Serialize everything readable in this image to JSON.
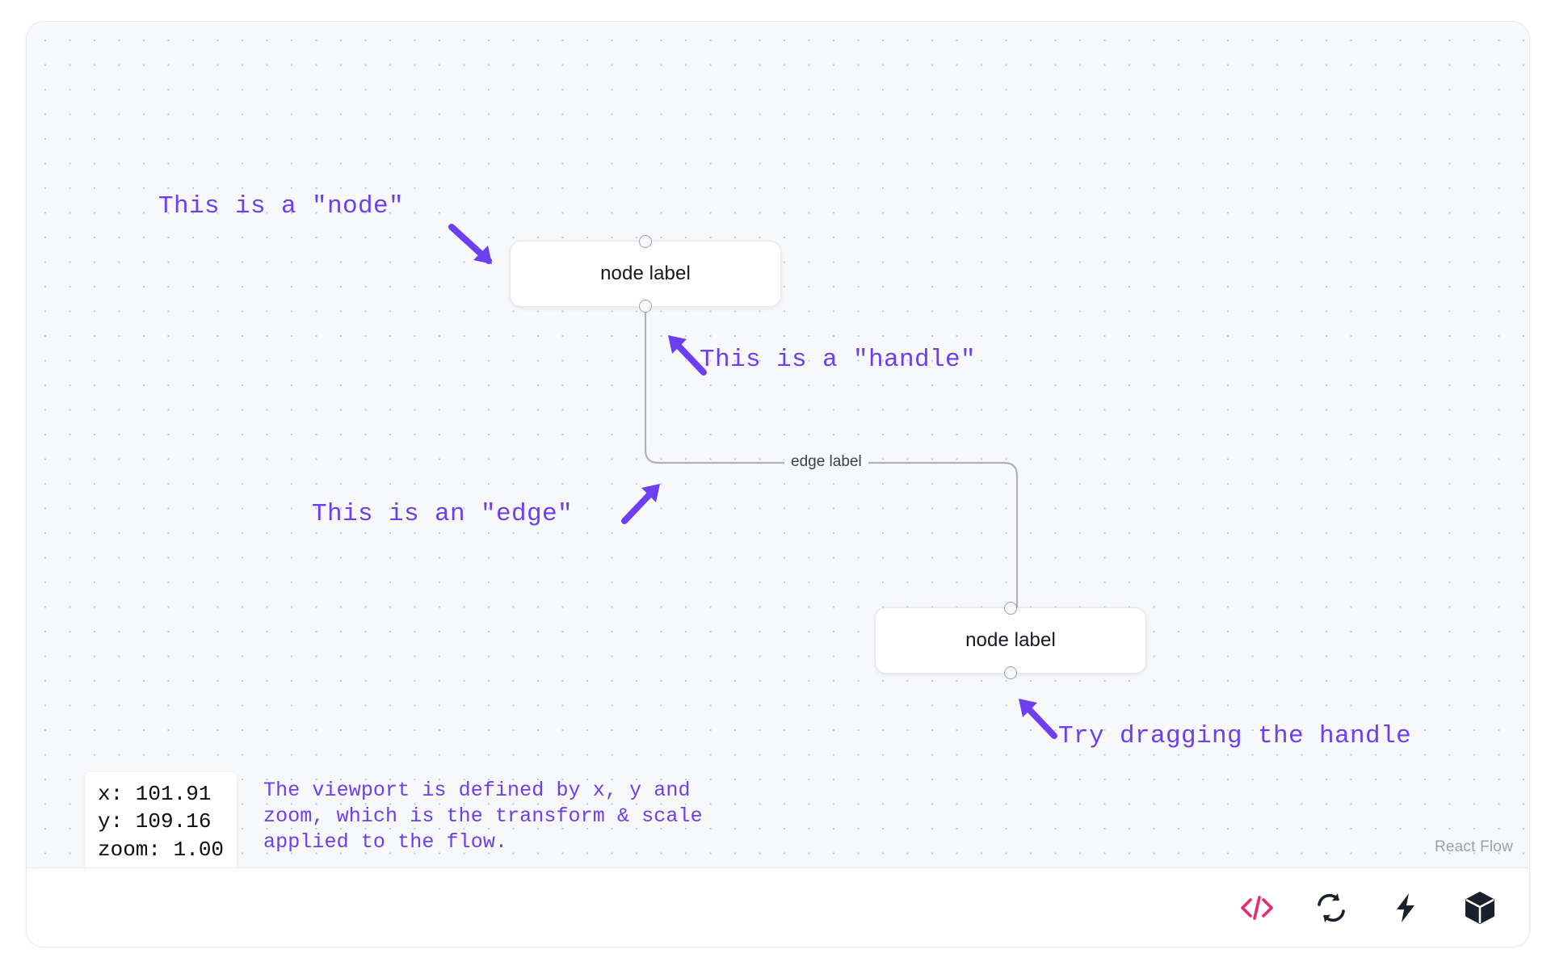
{
  "app": {
    "attribution": "React Flow"
  },
  "nodes": [
    {
      "id": "node-1",
      "label": "node label"
    },
    {
      "id": "node-2",
      "label": "node label"
    }
  ],
  "edges": [
    {
      "id": "edge-1",
      "label": "edge label",
      "color": "#b1b1b7"
    }
  ],
  "annotations": [
    {
      "id": "ann-node",
      "text": "This is a \"node\"",
      "arrow": "arrow-down-right"
    },
    {
      "id": "ann-handle",
      "text": "This is a \"handle\"",
      "arrow": "arrow-up-left"
    },
    {
      "id": "ann-edge",
      "text": "This is an \"edge\"",
      "arrow": "arrow-up-right"
    },
    {
      "id": "ann-drag",
      "text": "Try dragging the handle",
      "arrow": "arrow-up-left"
    }
  ],
  "viewport": {
    "x_label": "x: 101.91",
    "y_label": "y: 109.16",
    "zoom_label": "zoom: 1.00",
    "description": "The viewport is defined by x, y and zoom, which is the transform & scale applied to the flow."
  },
  "toolbar": {
    "items": [
      {
        "name": "code-icon",
        "title": "View code",
        "color": "#ec2a69"
      },
      {
        "name": "refresh-icon",
        "title": "Reset",
        "color": "#1a202c"
      },
      {
        "name": "lightning-icon",
        "title": "Interactivity",
        "color": "#1a202c"
      },
      {
        "name": "cube-icon",
        "title": "Open in sandbox",
        "color": "#1a202c"
      }
    ]
  },
  "colors": {
    "accent_purple": "#6c3ef4",
    "accent_pink": "#ec2a69",
    "canvas_bg": "#f7f8fa",
    "edge_stroke": "#b1b1b7",
    "node_border": "#e4e6ec"
  }
}
